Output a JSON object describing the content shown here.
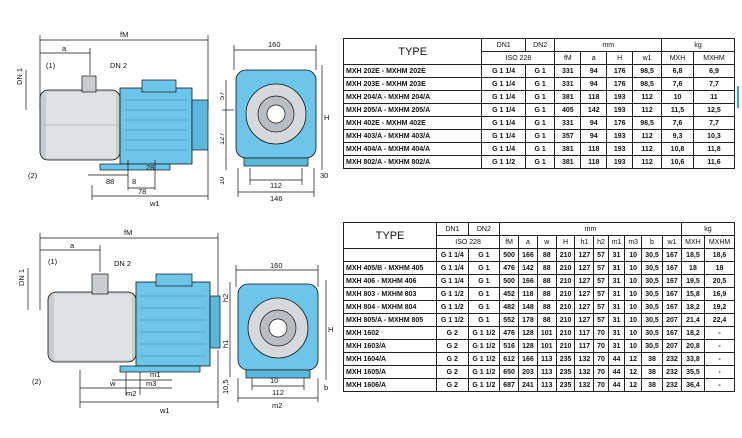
{
  "colors": {
    "pump_blue": "#6cc6ea",
    "steel": "#c9cdd0",
    "line": "#111111",
    "accent": "#2aa7e0"
  },
  "drawing1": {
    "labels": {
      "fM": "fM",
      "a": "a",
      "dn1": "DN 1",
      "dn2": "DN 2",
      "m1": "(1)",
      "m2": "(2)",
      "d88": "88",
      "d8": "8",
      "d28": "28",
      "d78": "78",
      "w1": "w1",
      "d160": "160",
      "d57": "57",
      "d127": "127",
      "H": "H",
      "d10": "10",
      "d112": "112",
      "d146": "146",
      "d30": "30"
    }
  },
  "drawing2": {
    "labels": {
      "fM": "fM",
      "a": "a",
      "dn1": "DN 1",
      "dn2": "DN 2",
      "m1": "(1)",
      "m2": "(2)",
      "m1b": "m1",
      "m3": "m3",
      "m2b": "m2",
      "w": "w",
      "w1": "w1",
      "d160": "160",
      "h2": "h2",
      "h1": "h1",
      "H": "H",
      "d10": "10",
      "d10_5": "10,5",
      "d112": "112",
      "b": "b",
      "m2side": "m2"
    }
  },
  "table1": {
    "type_label": "TYPE",
    "dn1": "DN1",
    "dn2": "DN2",
    "iso": "ISO 228",
    "mm": "mm",
    "kg": "kg",
    "cols": [
      "fM",
      "a",
      "H",
      "w1",
      "MXH",
      "MXHM"
    ],
    "rows": [
      [
        "MXH 202E  -  MXHM 202E",
        "G 1 1/4",
        "G 1",
        "331",
        "94",
        "176",
        "98,5",
        "6,8",
        "6,9"
      ],
      [
        "MXH 203E  -  MXHM 203E",
        "G 1 1/4",
        "G 1",
        "331",
        "94",
        "176",
        "98,5",
        "7,6",
        "7,7"
      ],
      [
        "MXH 204/A  -  MXHM 204/A",
        "G 1 1/4",
        "G 1",
        "381",
        "118",
        "193",
        "112",
        "10",
        "11"
      ],
      [
        "MXH 205/A  -  MXHM 205/A",
        "G 1 1/4",
        "G 1",
        "405",
        "142",
        "193",
        "112",
        "11,5",
        "12,5"
      ],
      [
        "MXH 402E  -  MXHM 402E",
        "G 1 1/4",
        "G 1",
        "331",
        "94",
        "176",
        "98,5",
        "7,6",
        "7,7"
      ],
      [
        "MXH 403/A  -  MXHM 403/A",
        "G 1 1/4",
        "G 1",
        "357",
        "94",
        "193",
        "112",
        "9,3",
        "10,3"
      ],
      [
        "MXH 404/A  -  MXHM 404/A",
        "G 1 1/4",
        "G 1",
        "381",
        "118",
        "193",
        "112",
        "10,8",
        "11,8"
      ],
      [
        "MXH 802/A  -  MXHM 802/A",
        "G 1 1/2",
        "G 1",
        "381",
        "118",
        "193",
        "112",
        "10,6",
        "11,6"
      ]
    ]
  },
  "table2": {
    "type_label": "TYPE",
    "dn1": "DN1",
    "dn2": "DN2",
    "iso": "ISO 228",
    "mm": "mm",
    "kg": "kg",
    "cols": [
      "fM",
      "a",
      "w",
      "H",
      "h1",
      "h2",
      "m1",
      "m3",
      "b",
      "w1",
      "MXH",
      "MXHM"
    ],
    "rows": [
      [
        "",
        "G 1 1/4",
        "G 1",
        "500",
        "166",
        "88",
        "210",
        "127",
        "57",
        "31",
        "10",
        "30,5",
        "167",
        "18,5",
        "18,6"
      ],
      [
        "MXH 405/B - MXHM 405",
        "G 1 1/4",
        "G 1",
        "476",
        "142",
        "88",
        "210",
        "127",
        "57",
        "31",
        "10",
        "30,5",
        "167",
        "18",
        "18"
      ],
      [
        "MXH 406  -  MXHM 406",
        "G 1 1/4",
        "G 1",
        "500",
        "166",
        "88",
        "210",
        "127",
        "57",
        "31",
        "10",
        "30,5",
        "167",
        "19,5",
        "20,5"
      ],
      [
        "MXH 803  -  MXHM 803",
        "G 1 1/2",
        "G 1",
        "452",
        "118",
        "88",
        "210",
        "127",
        "57",
        "31",
        "10",
        "30,5",
        "167",
        "15,8",
        "16,9"
      ],
      [
        "MXH 804  -  MXHM 804",
        "G 1 1/2",
        "G 1",
        "482",
        "148",
        "88",
        "210",
        "127",
        "57",
        "31",
        "10",
        "30,5",
        "167",
        "18,2",
        "19,2"
      ],
      [
        "MXH 805/A - MXHM 805",
        "G 1 1/2",
        "G 1",
        "552",
        "178",
        "88",
        "210",
        "127",
        "57",
        "31",
        "10",
        "30,5",
        "207",
        "21,4",
        "22,4"
      ],
      [
        "MXH 1602",
        "G 2",
        "G 1 1/2",
        "476",
        "128",
        "101",
        "210",
        "117",
        "70",
        "31",
        "10",
        "30,5",
        "167",
        "18,2",
        "-"
      ],
      [
        "MXH 1603/A",
        "G 2",
        "G 1 1/2",
        "516",
        "128",
        "101",
        "210",
        "117",
        "70",
        "31",
        "10",
        "30,5",
        "207",
        "20,8",
        "-"
      ],
      [
        "MXH 1604/A",
        "G 2",
        "G 1 1/2",
        "612",
        "166",
        "113",
        "235",
        "132",
        "70",
        "44",
        "12",
        "38",
        "232",
        "33,8",
        "-"
      ],
      [
        "MXH 1605/A",
        "G 2",
        "G 1 1/2",
        "650",
        "203",
        "113",
        "235",
        "132",
        "70",
        "44",
        "12",
        "38",
        "232",
        "35,5",
        "-"
      ],
      [
        "MXH 1606/A",
        "G 2",
        "G 1 1/2",
        "687",
        "241",
        "113",
        "235",
        "132",
        "70",
        "44",
        "12",
        "38",
        "232",
        "36,4",
        "-"
      ]
    ]
  }
}
